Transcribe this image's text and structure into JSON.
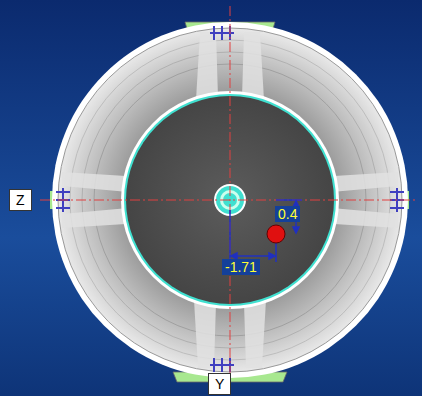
{
  "diagram": {
    "labels": [
      "Z",
      "Y",
      "0.4",
      "-1.71"
    ]
  }
}
